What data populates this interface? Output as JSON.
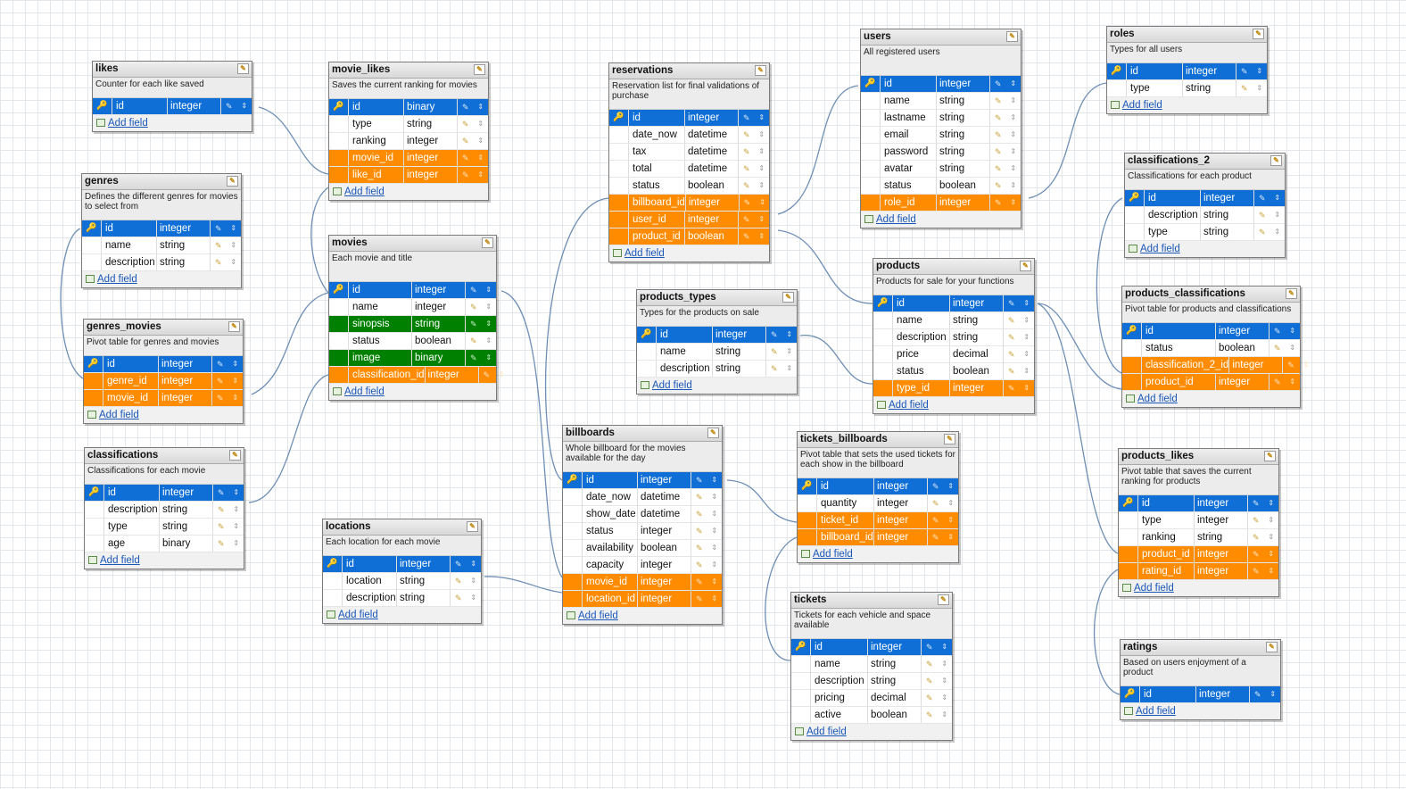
{
  "add_field_label": "Add field",
  "icons": {
    "key": "key-icon",
    "edit": "pencil-icon",
    "move": "updown-arrow-icon",
    "table_edit": "table-edit-icon",
    "add": "add-field-icon"
  },
  "colors": {
    "primary_key": "#0f6fd6",
    "foreign_key": "#ff8c00",
    "highlight": "#008000",
    "link": "#6f8fb5"
  },
  "tables": [
    {
      "id": "likes",
      "name": "likes",
      "description": "Counter for each like saved",
      "fields": [
        {
          "name": "id",
          "type": "integer",
          "role": "pk"
        }
      ]
    },
    {
      "id": "genres",
      "name": "genres",
      "description": "Defines the different genres for movies to select from",
      "fields": [
        {
          "name": "id",
          "type": "integer",
          "role": "pk"
        },
        {
          "name": "name",
          "type": "string",
          "role": ""
        },
        {
          "name": "description",
          "type": "string",
          "role": ""
        }
      ]
    },
    {
      "id": "genres_movies",
      "name": "genres_movies",
      "description": "Pivot table for genres and movies",
      "fields": [
        {
          "name": "id",
          "type": "integer",
          "role": "pk"
        },
        {
          "name": "genre_id",
          "type": "integer",
          "role": "fk"
        },
        {
          "name": "movie_id",
          "type": "integer",
          "role": "fk"
        }
      ]
    },
    {
      "id": "classifications",
      "name": "classifications",
      "description": "Classifications for each movie",
      "fields": [
        {
          "name": "id",
          "type": "integer",
          "role": "pk"
        },
        {
          "name": "description",
          "type": "string",
          "role": ""
        },
        {
          "name": "type",
          "type": "string",
          "role": ""
        },
        {
          "name": "age",
          "type": "binary",
          "role": ""
        }
      ]
    },
    {
      "id": "movie_likes",
      "name": "movie_likes",
      "description": "Saves the current ranking for movies",
      "fields": [
        {
          "name": "id",
          "type": "binary",
          "role": "pk"
        },
        {
          "name": "type",
          "type": "string",
          "role": ""
        },
        {
          "name": "ranking",
          "type": "integer",
          "role": ""
        },
        {
          "name": "movie_id",
          "type": "integer",
          "role": "fk"
        },
        {
          "name": "like_id",
          "type": "integer",
          "role": "fk"
        }
      ]
    },
    {
      "id": "movies",
      "name": "movies",
      "description": "Each movie and title",
      "fields": [
        {
          "name": "id",
          "type": "integer",
          "role": "pk"
        },
        {
          "name": "name",
          "type": "integer",
          "role": ""
        },
        {
          "name": "sinopsis",
          "type": "string",
          "role": "hl"
        },
        {
          "name": "status",
          "type": "boolean",
          "role": ""
        },
        {
          "name": "image",
          "type": "binary",
          "role": "hl"
        },
        {
          "name": "classification_id",
          "type": "integer",
          "role": "fk"
        }
      ]
    },
    {
      "id": "locations",
      "name": "locations",
      "description": "Each location for each movie",
      "fields": [
        {
          "name": "id",
          "type": "integer",
          "role": "pk"
        },
        {
          "name": "location",
          "type": "string",
          "role": ""
        },
        {
          "name": "description",
          "type": "string",
          "role": ""
        }
      ]
    },
    {
      "id": "reservations",
      "name": "reservations",
      "description": "Reservation list for final validations of purchase",
      "fields": [
        {
          "name": "id",
          "type": "integer",
          "role": "pk"
        },
        {
          "name": "date_now",
          "type": "datetime",
          "role": ""
        },
        {
          "name": "tax",
          "type": "datetime",
          "role": ""
        },
        {
          "name": "total",
          "type": "datetime",
          "role": ""
        },
        {
          "name": "status",
          "type": "boolean",
          "role": ""
        },
        {
          "name": "billboard_id",
          "type": "integer",
          "role": "fk"
        },
        {
          "name": "user_id",
          "type": "integer",
          "role": "fk"
        },
        {
          "name": "product_id",
          "type": "boolean",
          "role": "fk"
        }
      ]
    },
    {
      "id": "products_types",
      "name": "products_types",
      "description": "Types for the products on sale",
      "fields": [
        {
          "name": "id",
          "type": "integer",
          "role": "pk"
        },
        {
          "name": "name",
          "type": "string",
          "role": ""
        },
        {
          "name": "description",
          "type": "string",
          "role": ""
        }
      ]
    },
    {
      "id": "billboards",
      "name": "billboards",
      "description": "Whole billboard for the movies available for the day",
      "fields": [
        {
          "name": "id",
          "type": "integer",
          "role": "pk"
        },
        {
          "name": "date_now",
          "type": "datetime",
          "role": ""
        },
        {
          "name": "show_date",
          "type": "datetime",
          "role": ""
        },
        {
          "name": "status",
          "type": "integer",
          "role": ""
        },
        {
          "name": "availability",
          "type": "boolean",
          "role": ""
        },
        {
          "name": "capacity",
          "type": "integer",
          "role": ""
        },
        {
          "name": "movie_id",
          "type": "integer",
          "role": "fk"
        },
        {
          "name": "location_id",
          "type": "integer",
          "role": "fk"
        }
      ]
    },
    {
      "id": "users",
      "name": "users",
      "description": "All registered users",
      "fields": [
        {
          "name": "id",
          "type": "integer",
          "role": "pk"
        },
        {
          "name": "name",
          "type": "string",
          "role": ""
        },
        {
          "name": "lastname",
          "type": "string",
          "role": ""
        },
        {
          "name": "email",
          "type": "string",
          "role": ""
        },
        {
          "name": "password",
          "type": "string",
          "role": ""
        },
        {
          "name": "avatar",
          "type": "string",
          "role": ""
        },
        {
          "name": "status",
          "type": "boolean",
          "role": ""
        },
        {
          "name": "role_id",
          "type": "integer",
          "role": "fk"
        }
      ]
    },
    {
      "id": "products",
      "name": "products",
      "description": "Products for sale for your functions",
      "fields": [
        {
          "name": "id",
          "type": "integer",
          "role": "pk"
        },
        {
          "name": "name",
          "type": "string",
          "role": ""
        },
        {
          "name": "description",
          "type": "string",
          "role": ""
        },
        {
          "name": "price",
          "type": "decimal",
          "role": ""
        },
        {
          "name": "status",
          "type": "boolean",
          "role": ""
        },
        {
          "name": "type_id",
          "type": "integer",
          "role": "fk"
        }
      ]
    },
    {
      "id": "tickets_billboards",
      "name": "tickets_billboards",
      "description": "Pivot table that sets the used tickets for each show in the billboard",
      "fields": [
        {
          "name": "id",
          "type": "integer",
          "role": "pk"
        },
        {
          "name": "quantity",
          "type": "integer",
          "role": ""
        },
        {
          "name": "ticket_id",
          "type": "integer",
          "role": "fk"
        },
        {
          "name": "billboard_id",
          "type": "integer",
          "role": "fk"
        }
      ]
    },
    {
      "id": "tickets",
      "name": "tickets",
      "description": "Tickets for each vehicle and space available",
      "fields": [
        {
          "name": "id",
          "type": "integer",
          "role": "pk"
        },
        {
          "name": "name",
          "type": "string",
          "role": ""
        },
        {
          "name": "description",
          "type": "string",
          "role": ""
        },
        {
          "name": "pricing",
          "type": "decimal",
          "role": ""
        },
        {
          "name": "active",
          "type": "boolean",
          "role": ""
        }
      ]
    },
    {
      "id": "roles",
      "name": "roles",
      "description": "Types for all users",
      "fields": [
        {
          "name": "id",
          "type": "integer",
          "role": "pk"
        },
        {
          "name": "type",
          "type": "string",
          "role": ""
        }
      ]
    },
    {
      "id": "classifications_2",
      "name": "classifications_2",
      "description": "Classifications for each product",
      "fields": [
        {
          "name": "id",
          "type": "integer",
          "role": "pk"
        },
        {
          "name": "description",
          "type": "string",
          "role": ""
        },
        {
          "name": "type",
          "type": "string",
          "role": ""
        }
      ]
    },
    {
      "id": "products_classifications",
      "name": "products_classifications",
      "description": "Pivot table for products and classifications",
      "fields": [
        {
          "name": "id",
          "type": "integer",
          "role": "pk"
        },
        {
          "name": "status",
          "type": "boolean",
          "role": ""
        },
        {
          "name": "classification_2_id",
          "type": "integer",
          "role": "fk"
        },
        {
          "name": "product_id",
          "type": "integer",
          "role": "fk"
        }
      ]
    },
    {
      "id": "products_likes",
      "name": "products_likes",
      "description": "Pivot table that saves the current ranking for products",
      "fields": [
        {
          "name": "id",
          "type": "integer",
          "role": "pk"
        },
        {
          "name": "type",
          "type": "integer",
          "role": ""
        },
        {
          "name": "ranking",
          "type": "string",
          "role": ""
        },
        {
          "name": "product_id",
          "type": "integer",
          "role": "fk"
        },
        {
          "name": "rating_id",
          "type": "integer",
          "role": "fk"
        }
      ]
    },
    {
      "id": "ratings",
      "name": "ratings",
      "description": "Based on users enjoyment of a product",
      "fields": [
        {
          "name": "id",
          "type": "integer",
          "role": "pk"
        }
      ]
    }
  ]
}
